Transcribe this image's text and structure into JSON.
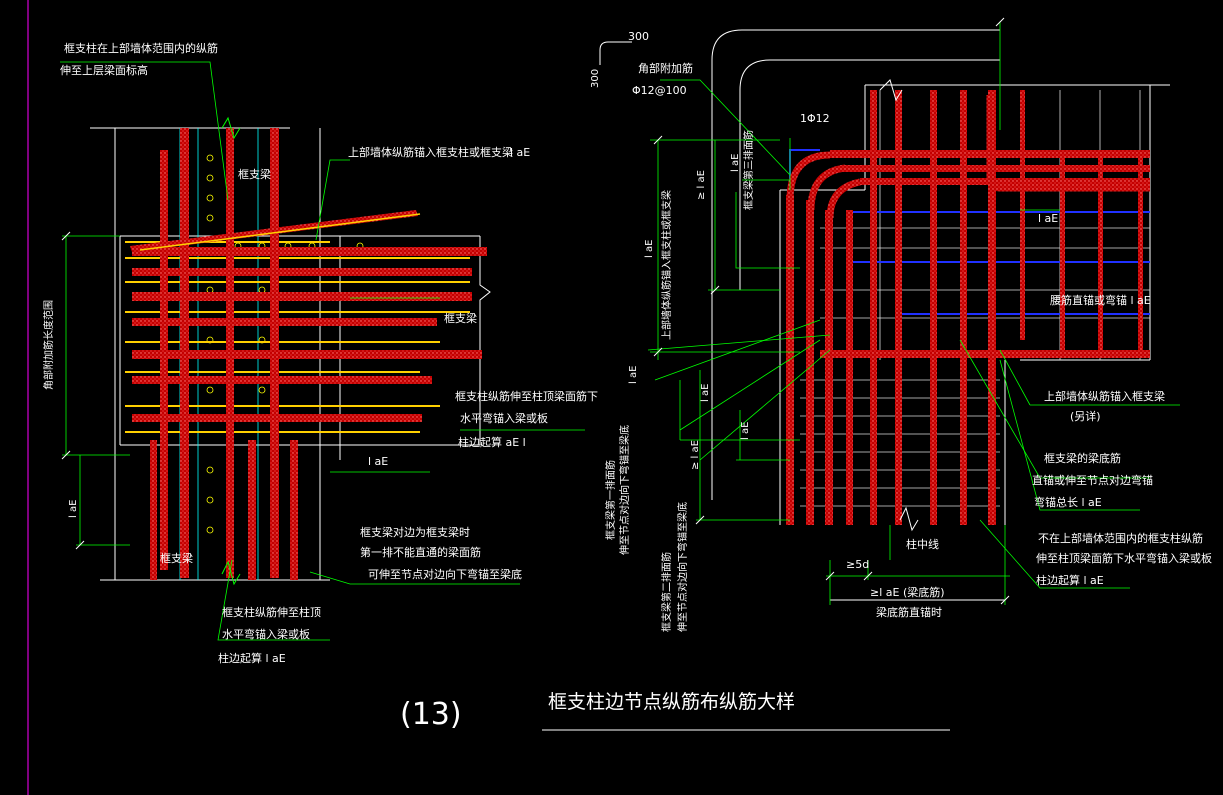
{
  "colors": {
    "background": "#000000",
    "rebar": "#e01010",
    "rebar_speckle": "#ff7070",
    "leader": "#00ff00",
    "outline": "#ffffff",
    "center": "#00ffff",
    "dim": "#ffffff",
    "stirrup": "#ffffff",
    "yellow": "#ffd000",
    "blue": "#2030ff",
    "magenta": "#ff00ff",
    "frame": "#ff00ff"
  },
  "left": {
    "label_top1": "框支柱在上部墙体范围内的纵筋",
    "label_top2": "伸至上层梁面标高",
    "label_beam_upper": "框支梁",
    "label_wall_anchor": "上部墙体纵筋锚入框支柱或框支梁",
    "label_wall_anchor_lae": "l aE",
    "label_beam_right": "框支梁",
    "label_col_top1": "框支柱纵筋伸至柱顶梁面筋下",
    "label_col_top2": "水平弯锚入梁或板",
    "label_col_top3": "柱边起算  aE  l",
    "label_lae_right": "l aE",
    "label_left_vertical": "角部附加筋长度范围",
    "label_lae_left": "l aE",
    "label_first_row1": "框支梁对边为框支梁时",
    "label_first_row2": "第一排不能直通的梁面筋",
    "label_first_row3": "可伸至节点对边向下弯锚至梁底",
    "label_column": "框支梁",
    "label_bottom1": "框支柱纵筋伸至柱顶",
    "label_bottom2": "水平弯锚入梁或板",
    "label_bottom3": "柱边起算 l aE"
  },
  "right": {
    "dim_300_top": "300",
    "dim_300_side": "300",
    "label_corner1": "角部附加筋",
    "label_corner2": "Φ12@100",
    "label_phi12": "1Φ12",
    "label_v_lae_top": "l aE",
    "label_v_ge_lae": "≥ l aE",
    "label_v_beam_first": "框支梁第三排面筋",
    "label_v_lae2": "l aE",
    "label_v_wall": "上部墙体纵筋锚入框支柱或框支梁",
    "label_lae_h": "l aE",
    "label_waist": "腰筋直锚或弯锚  l aE",
    "label_v_lae3": "l aE",
    "label_v_lae4": "l aE",
    "label_v_lae5": "l aE",
    "label_v_ge_lae2": "≥ l aE",
    "label_v_first_bot1": "框支梁第一排面筋",
    "label_v_first_bot2": "伸至节点对边向下弯锚至梁底",
    "label_v_second_bot1": "框支梁第二排面筋",
    "label_v_second_bot2": "伸至节点对边向下弯锚至梁底",
    "label_wall_beam1": "上部墙体纵筋锚入框支梁",
    "label_wall_beam2": "(另详)",
    "label_bottom_bar1": "框支梁的梁底筋",
    "label_bottom_bar2": "直锚或伸至节点对边弯锚",
    "label_bottom_bar3": "弯锚总长  l aE",
    "label_not_in1": "不在上部墙体范围内的框支柱纵筋",
    "label_not_in2": "伸至柱顶梁面筋下水平弯锚入梁或板",
    "label_not_in3": "柱边起算 l aE",
    "label_center": "柱中线",
    "label_5d": "≥5d",
    "label_ge_lae": "≥l aE  (梁底筋)",
    "label_straight": "梁底筋直锚时"
  },
  "caption": {
    "number": "(13)",
    "title": "框支柱边节点纵筋布纵筋大样"
  }
}
